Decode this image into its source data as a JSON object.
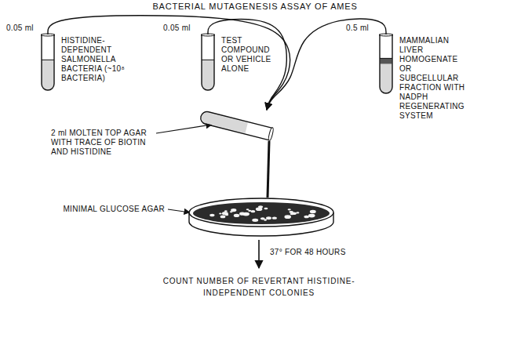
{
  "diagram": {
    "title": "BACTERIAL MUTAGENESIS ASSAY OF AMES",
    "nodes": [
      {
        "text": [
          "HISTIDINE-DEPENDENT SALMONELLA BACTERIA (~10⁸ BACTERIA)"
        ]
      },
      {
        "text": [
          "TEST COMPOUND OR VEHICLE ALONE"
        ]
      },
      {
        "text": [
          "MAMMALIAN LIVER HOMOGENATE OR SUBCELLULAR FRACTION WITH NADPH REGENERATING SYSTEM"
        ]
      },
      {
        "text": [
          "2 ml MOLTEN TOP AGAR WITH TRACE OF BIOTIN AND HISTIDINE"
        ]
      },
      {
        "text": [
          "MINIMAL GLUCOSE AGAR"
        ]
      }
    ],
    "edges": [
      {
        "from": 0,
        "to": 3,
        "arrow": "to"
      },
      {
        "from": 1,
        "to": 3,
        "arrow": "to"
      },
      {
        "from": 2,
        "to": 3,
        "arrow": "to"
      },
      {
        "from": 3,
        "to": 4,
        "arrow": "none"
      }
    ],
    "labels": [
      "0.05 ml",
      "0.05 ml",
      "0.5 ml",
      "37° FOR 48 HOURS",
      "COUNT NUMBER OF REVERTANT HISTIDINE-INDEPENDENT COLONIES"
    ]
  }
}
